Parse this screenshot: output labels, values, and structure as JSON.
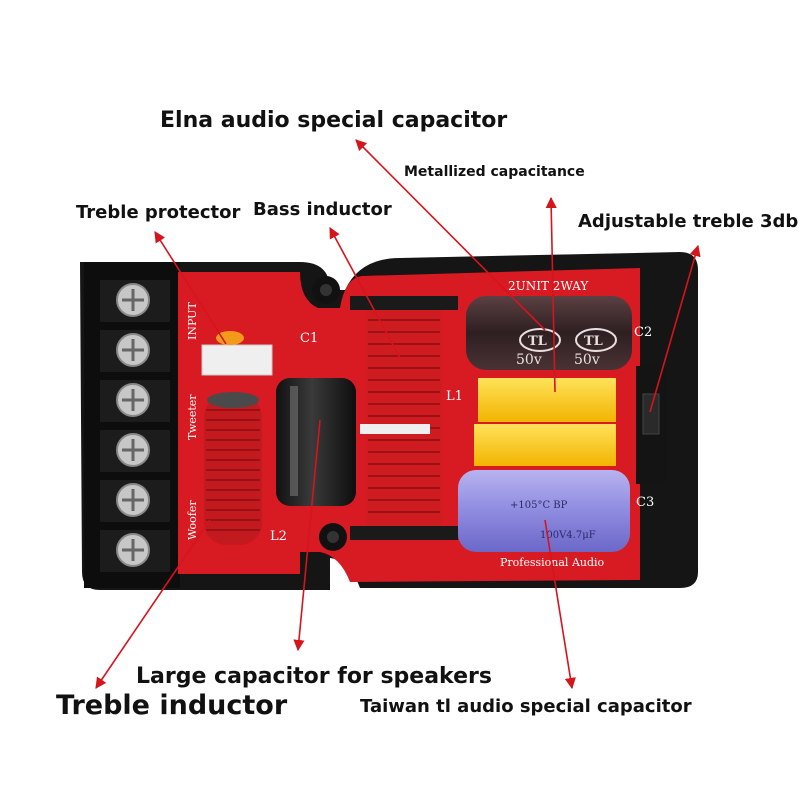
{
  "labels": {
    "elna": "Elna audio special capacitor",
    "metallized": "Metallized capacitance",
    "treble_protector": "Treble protector",
    "bass_inductor": "Bass inductor",
    "adjustable": "Adjustable treble 3db",
    "large_cap": "Large capacitor for speakers",
    "treble_inductor": "Treble inductor",
    "taiwan": "Taiwan tl audio special capacitor"
  },
  "board": {
    "c1": "C1",
    "c2": "C2",
    "c3": "C3",
    "l1": "L1",
    "l2": "L2",
    "two_way": "2UNIT 2WAY",
    "input": "INPUT",
    "tweeter": "Tweeter",
    "woofer": "Woofer",
    "pro_audio": "Professional Audio"
  },
  "capacitors": {
    "tl_brand": "TL",
    "tl_voltage": "50v",
    "blue_temp": "+105°C BP",
    "blue_value": "100V4.7μF"
  },
  "colors": {
    "board": "#d81a23",
    "arrow": "#d6141c",
    "case": "#1a1a1a"
  }
}
